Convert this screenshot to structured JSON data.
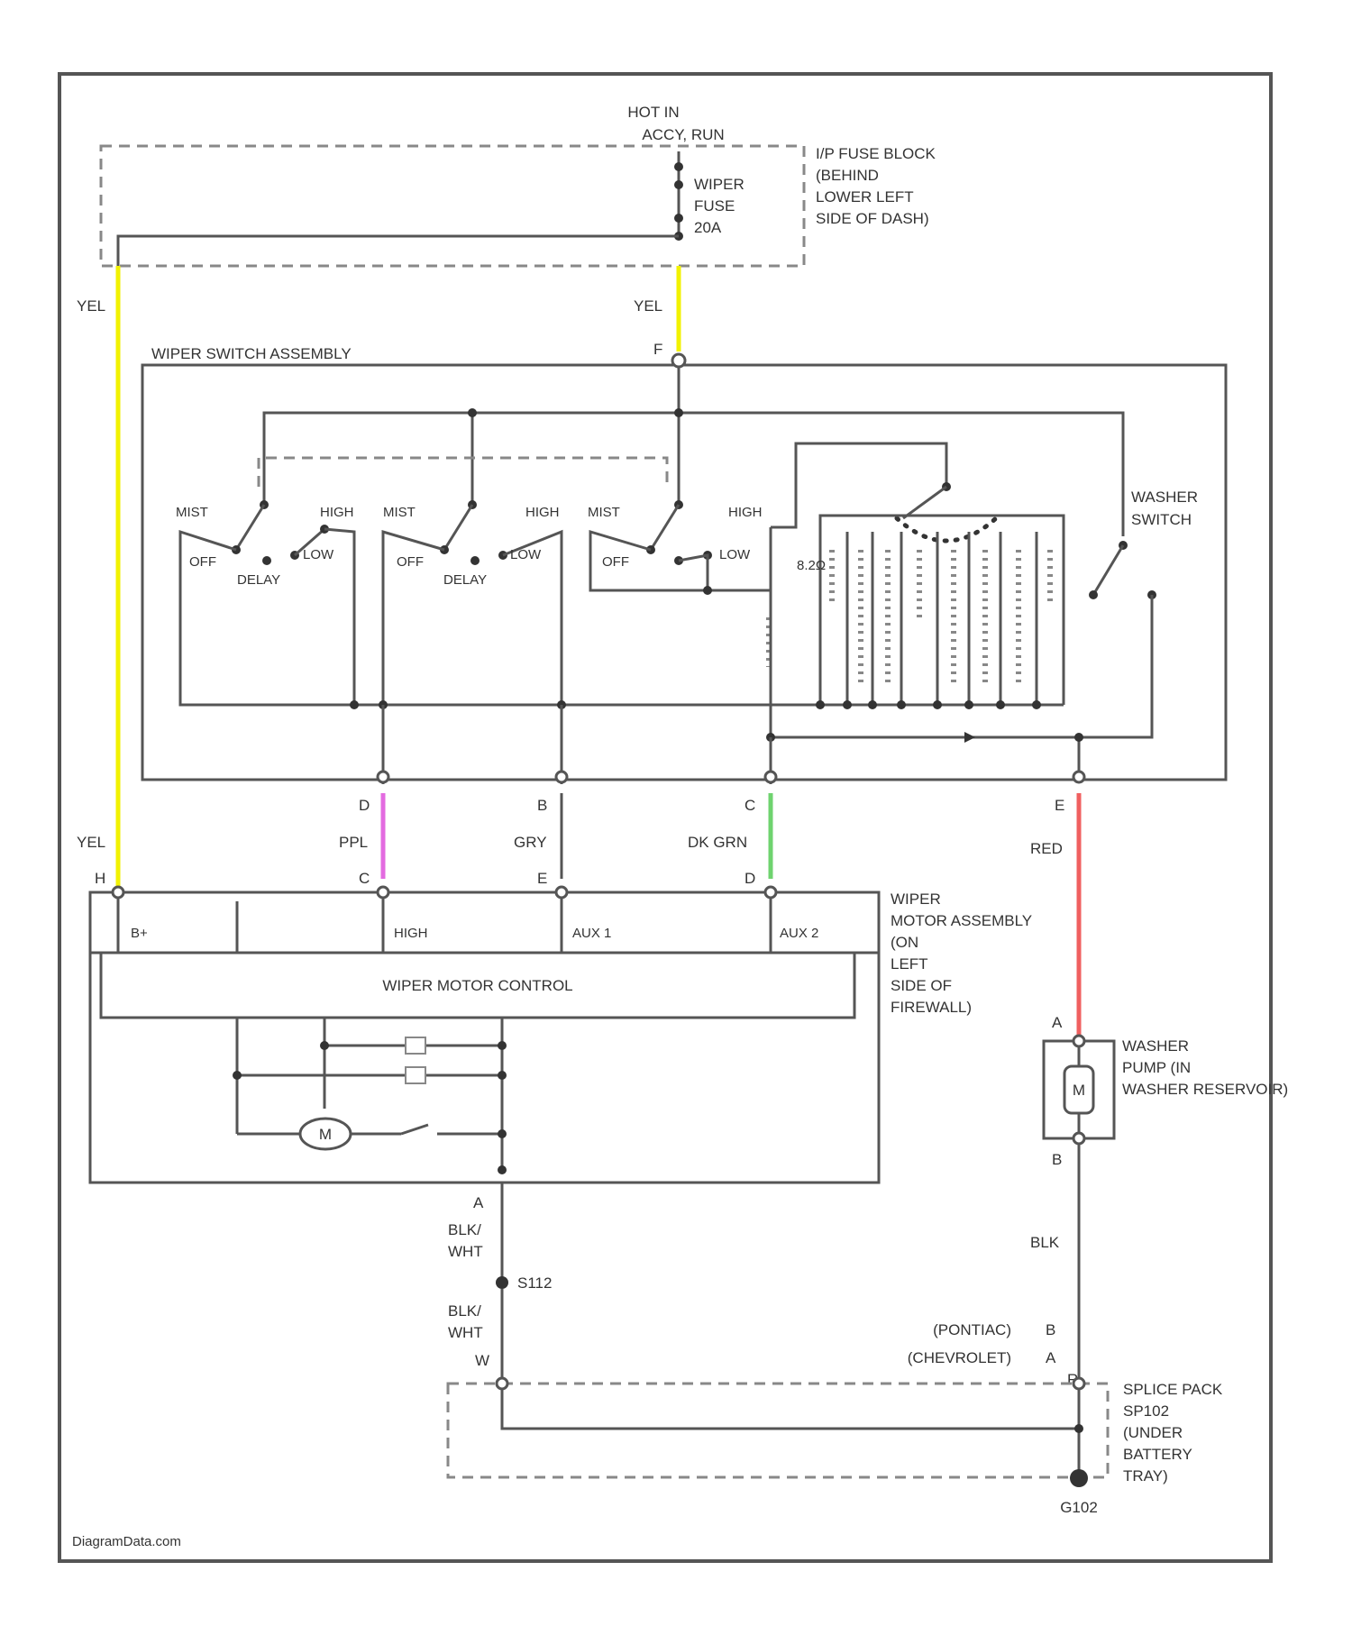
{
  "power": {
    "line1": "HOT IN",
    "line2": "ACCY, RUN"
  },
  "fuse_block": {
    "label_lines": [
      "I/P FUSE BLOCK",
      "(BEHIND",
      "LOWER LEFT",
      "SIDE OF DASH)"
    ],
    "fuse_lines": [
      "WIPER",
      "FUSE",
      "20A"
    ]
  },
  "wire_colors": {
    "yel": "#f2f200",
    "ppl": "#e36be0",
    "grn": "#6fd36f",
    "red": "#f06060",
    "gray": "#555555"
  },
  "wires": {
    "yel_left": "YEL",
    "yel_fuse": "YEL",
    "yel_motor": "YEL",
    "ppl": "PPL",
    "gry": "GRY",
    "dk_grn": "DK GRN",
    "red": "RED",
    "blk_wht_1": [
      "BLK/",
      "WHT"
    ],
    "blk_wht_2": [
      "BLK/",
      "WHT"
    ],
    "blk": "BLK"
  },
  "switch_assembly": {
    "title": "WIPER SWITCH ASSEMBLY",
    "pin_f": "F",
    "switch_labels": {
      "mist": "MIST",
      "high": "HIGH",
      "off": "OFF",
      "low": "LOW",
      "delay": "DELAY"
    },
    "washer_switch": [
      "WASHER",
      "SWITCH"
    ],
    "resistor_label": "8.2Ω",
    "pins": {
      "d": "D",
      "b": "B",
      "c": "C",
      "e": "E"
    }
  },
  "motor_assembly": {
    "label_lines": [
      "WIPER",
      "MOTOR ASSEMBLY",
      "(ON",
      "LEFT",
      "SIDE OF",
      "FIREWALL)"
    ],
    "control": "WIPER MOTOR CONTROL",
    "terminals": {
      "bplus": "B+",
      "high": "HIGH",
      "aux1": "AUX 1",
      "aux2": "AUX 2"
    },
    "pins": {
      "h": "H",
      "c": "C",
      "e": "E",
      "d": "D",
      "a": "A"
    },
    "motor_symbol": "M"
  },
  "washer_pump": {
    "label_lines": [
      "WASHER",
      "PUMP (IN",
      "WASHER RESERVOIR)"
    ],
    "pin_a": "A",
    "pin_b": "B",
    "motor_symbol": "M"
  },
  "splice": {
    "s": "S112"
  },
  "splice_pack": {
    "label_lines": [
      "SPLICE PACK",
      "SP102",
      "(UNDER",
      "BATTERY",
      "TRAY)"
    ],
    "pontiac": "(PONTIAC)",
    "chevrolet": "(CHEVROLET)",
    "pin_b": "B",
    "pin_a": "A",
    "pin_w": "W",
    "pin_r": "R"
  },
  "ground": "G102",
  "footer": "DiagramData.com"
}
